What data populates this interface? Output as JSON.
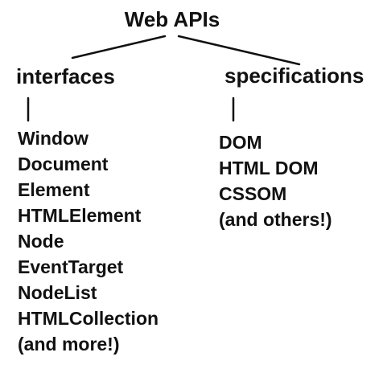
{
  "title": "Web APIs",
  "branches": [
    {
      "label": "interfaces",
      "items": [
        "Window",
        "Document",
        "Element",
        "HTMLElement",
        "Node",
        "EventTarget",
        "NodeList",
        "HTMLCollection",
        "(and more!)"
      ]
    },
    {
      "label": "specifications",
      "items": [
        "DOM",
        "HTML DOM",
        "CSSOM",
        "(and others!)"
      ]
    }
  ]
}
